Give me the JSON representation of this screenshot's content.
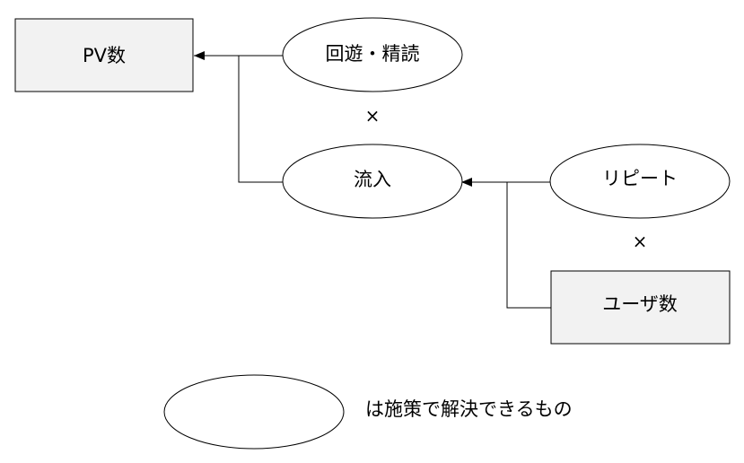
{
  "nodes": {
    "pv": {
      "label": "PV数",
      "shape": "rectangle",
      "fill": "#f2f2f2"
    },
    "kaiyu": {
      "label": "回遊・精読",
      "shape": "ellipse",
      "fill": "#ffffff"
    },
    "ryunyu": {
      "label": "流入",
      "shape": "ellipse",
      "fill": "#ffffff"
    },
    "repeat": {
      "label": "リピート",
      "shape": "ellipse",
      "fill": "#ffffff"
    },
    "users": {
      "label": "ユーザ数",
      "shape": "rectangle",
      "fill": "#f2f2f2"
    }
  },
  "operators": {
    "times_upper": "×",
    "times_lower": "×"
  },
  "legend": {
    "text": "は施策で解決できるもの"
  }
}
